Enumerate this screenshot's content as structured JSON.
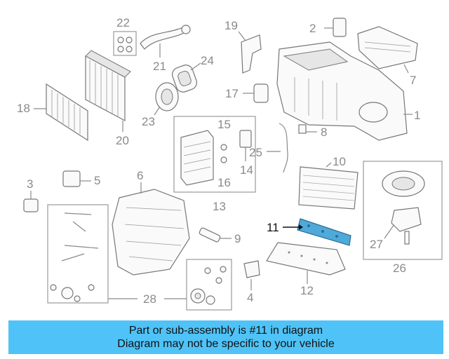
{
  "diagram": {
    "callouts": {
      "c1": "1",
      "c2": "2",
      "c3": "3",
      "c4": "4",
      "c5": "5",
      "c6": "6",
      "c7": "7",
      "c8": "8",
      "c9": "9",
      "c10": "10",
      "c11": "11",
      "c12": "12",
      "c13": "13",
      "c14": "14",
      "c15": "15",
      "c16": "16",
      "c17": "17",
      "c18": "18",
      "c19": "19",
      "c20": "20",
      "c21": "21",
      "c22": "22",
      "c23": "23",
      "c24": "24",
      "c25": "25",
      "c26": "26",
      "c27": "27",
      "c28": "28"
    },
    "highlight_part": "11",
    "highlight_color": "#4fa9d9"
  },
  "banner": {
    "line1": "Part or sub-assembly is #11 in diagram",
    "line2": "Diagram may not be specific to your vehicle",
    "background": "#4fc3f7"
  }
}
